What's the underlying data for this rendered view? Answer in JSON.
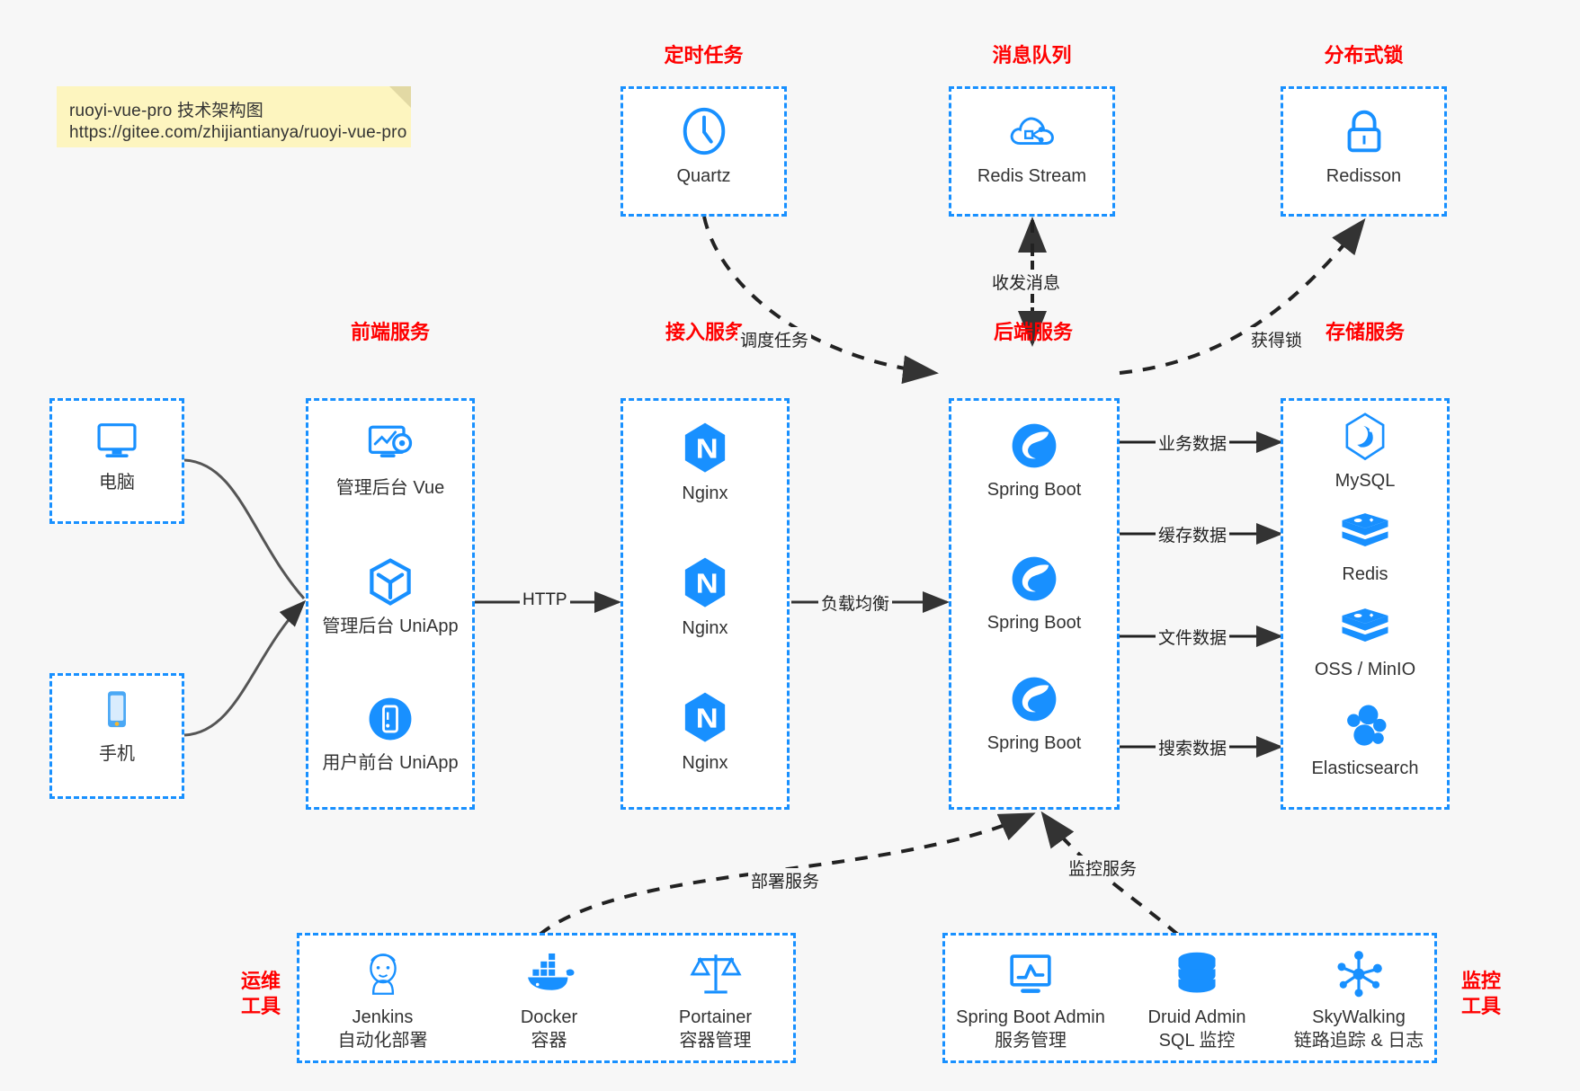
{
  "note": {
    "line1": "ruoyi-vue-pro 技术架构图",
    "line2": "https://gitee.com/zhijiantianya/ruoyi-vue-pro"
  },
  "colors": {
    "box_border": "#1890ff",
    "caption": "#ff0000",
    "icon_blue": "#1890ff",
    "arrow": "#333333",
    "note_bg": "#fdf5bf",
    "page_bg": "#f7f7f7"
  },
  "groups": {
    "scheduler": {
      "caption": "定时任务",
      "nodes": [
        {
          "label": "Quartz",
          "icon": "clock-icon"
        }
      ]
    },
    "mq": {
      "caption": "消息队列",
      "nodes": [
        {
          "label": "Redis Stream",
          "icon": "cloud-stream-icon"
        }
      ]
    },
    "lock": {
      "caption": "分布式锁",
      "nodes": [
        {
          "label": "Redisson",
          "icon": "lock-icon"
        }
      ]
    },
    "devices": {
      "pc": {
        "label": "电脑",
        "icon": "desktop-icon"
      },
      "phone": {
        "label": "手机",
        "icon": "mobile-icon"
      }
    },
    "frontend": {
      "caption": "前端服务",
      "nodes": [
        {
          "label": "管理后台 Vue",
          "icon": "dashboard-gear-icon"
        },
        {
          "label": "管理后台 UniApp",
          "icon": "uniapp-cube-icon"
        },
        {
          "label": "用户前台 UniApp",
          "icon": "app-phone-icon"
        }
      ]
    },
    "gateway": {
      "caption": "接入服务",
      "nodes": [
        {
          "label": "Nginx",
          "icon": "nginx-icon"
        },
        {
          "label": "Nginx",
          "icon": "nginx-icon"
        },
        {
          "label": "Nginx",
          "icon": "nginx-icon"
        }
      ]
    },
    "backend": {
      "caption": "后端服务",
      "nodes": [
        {
          "label": "Spring Boot",
          "icon": "spring-boot-icon"
        },
        {
          "label": "Spring Boot",
          "icon": "spring-boot-icon"
        },
        {
          "label": "Spring Boot",
          "icon": "spring-boot-icon"
        }
      ]
    },
    "storage": {
      "caption": "存储服务",
      "nodes": [
        {
          "label": "MySQL",
          "icon": "mysql-icon"
        },
        {
          "label": "Redis",
          "icon": "redis-icon"
        },
        {
          "label": "OSS / MinIO",
          "icon": "oss-minio-icon"
        },
        {
          "label": "Elasticsearch",
          "icon": "elasticsearch-icon"
        }
      ]
    },
    "devops": {
      "caption": "运维\n工具",
      "caption_l1": "运维",
      "caption_l2": "工具",
      "nodes": [
        {
          "label": "Jenkins",
          "sub": "自动化部署",
          "icon": "jenkins-icon"
        },
        {
          "label": "Docker",
          "sub": "容器",
          "icon": "docker-icon"
        },
        {
          "label": "Portainer",
          "sub": "容器管理",
          "icon": "portainer-scale-icon"
        }
      ]
    },
    "monitor": {
      "caption_l1": "监控",
      "caption_l2": "工具",
      "nodes": [
        {
          "label": "Spring Boot Admin",
          "sub": "服务管理",
          "icon": "monitor-chart-icon"
        },
        {
          "label": "Druid Admin",
          "sub": "SQL 监控",
          "icon": "database-icon"
        },
        {
          "label": "SkyWalking",
          "sub": "链路追踪 & 日志",
          "icon": "skywalking-icon"
        }
      ]
    }
  },
  "edges": {
    "http": "HTTP",
    "load_balance": "负载均衡",
    "schedule_task": "调度任务",
    "send_receive_message": "收发消息",
    "acquire_lock": "获得锁",
    "business_data": "业务数据",
    "cache_data": "缓存数据",
    "file_data": "文件数据",
    "search_data": "搜索数据",
    "deploy_service": "部署服务",
    "monitor_service": "监控服务"
  }
}
